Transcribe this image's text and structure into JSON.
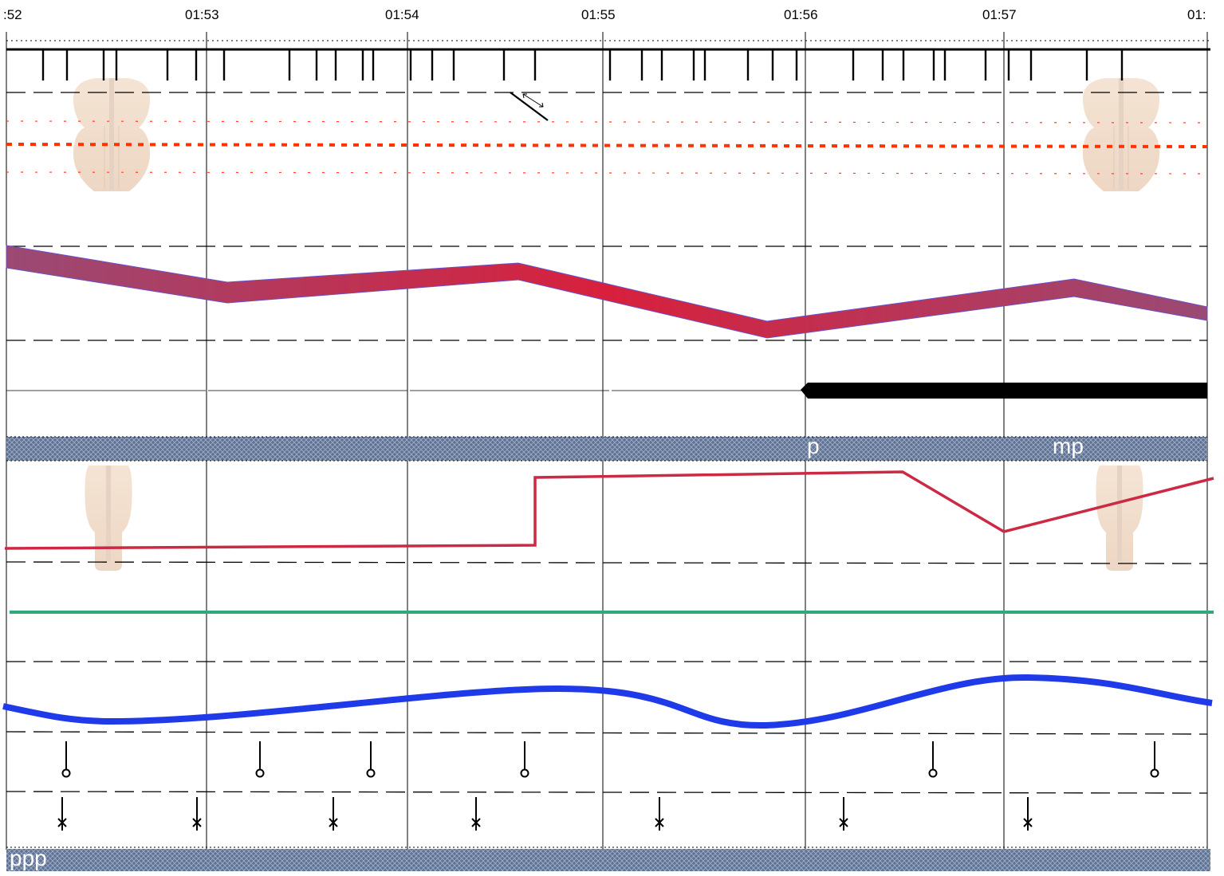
{
  "timeline": {
    "ticks": [
      ":52",
      "01:53",
      "01:54",
      "01:55",
      "01:56",
      "01:57",
      "01:"
    ]
  },
  "staff1": {
    "instrument_icon": "violin-icon",
    "dynamics": [
      "p",
      "mp"
    ],
    "pitch_line_color": "#ff3300",
    "band_color": "#c8284a",
    "band_outline_color": "#6a50c8",
    "bowing_bar_color": "#000000"
  },
  "staff2": {
    "instrument_icon": "cello-icon",
    "dynamic_start": "ppp",
    "red_line_color": "#cc2a44",
    "green_line_color": "#2eaa7a",
    "blue_curve_color": "#1f3ae8"
  },
  "colors": {
    "divider_fill": "#5a6a8a",
    "divider_hatch": "#8a9ab8"
  }
}
